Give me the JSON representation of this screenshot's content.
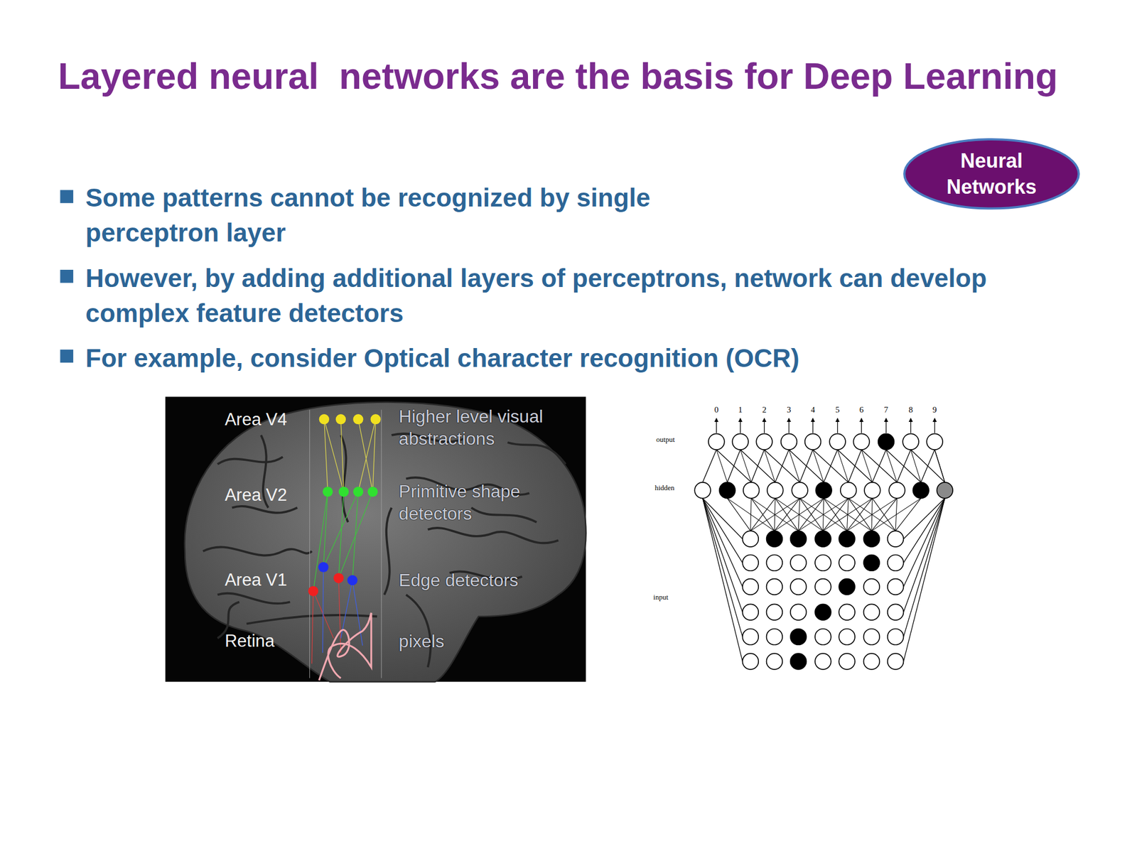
{
  "diagram": {
    "title": "Layered neural  networks are the basis for Deep Learning",
    "nodes": [
      {
        "text": [
          "Neural Networks"
        ]
      }
    ],
    "labels": [
      "Some patterns cannot be recognized by single perceptron layer",
      "However, by adding additional layers of perceptrons, network can develop complex feature detectors",
      "For example, consider Optical character recognition (OCR)",
      "Area V4",
      "Higher level visual abstractions",
      "Area V2",
      "Primitive shape detectors",
      "Area V1",
      "Edge detectors",
      "Retina",
      "pixels",
      "0",
      "1",
      "2",
      "3",
      "4",
      "5",
      "6",
      "7",
      "8",
      "9",
      "output",
      "hidden",
      "input"
    ]
  }
}
